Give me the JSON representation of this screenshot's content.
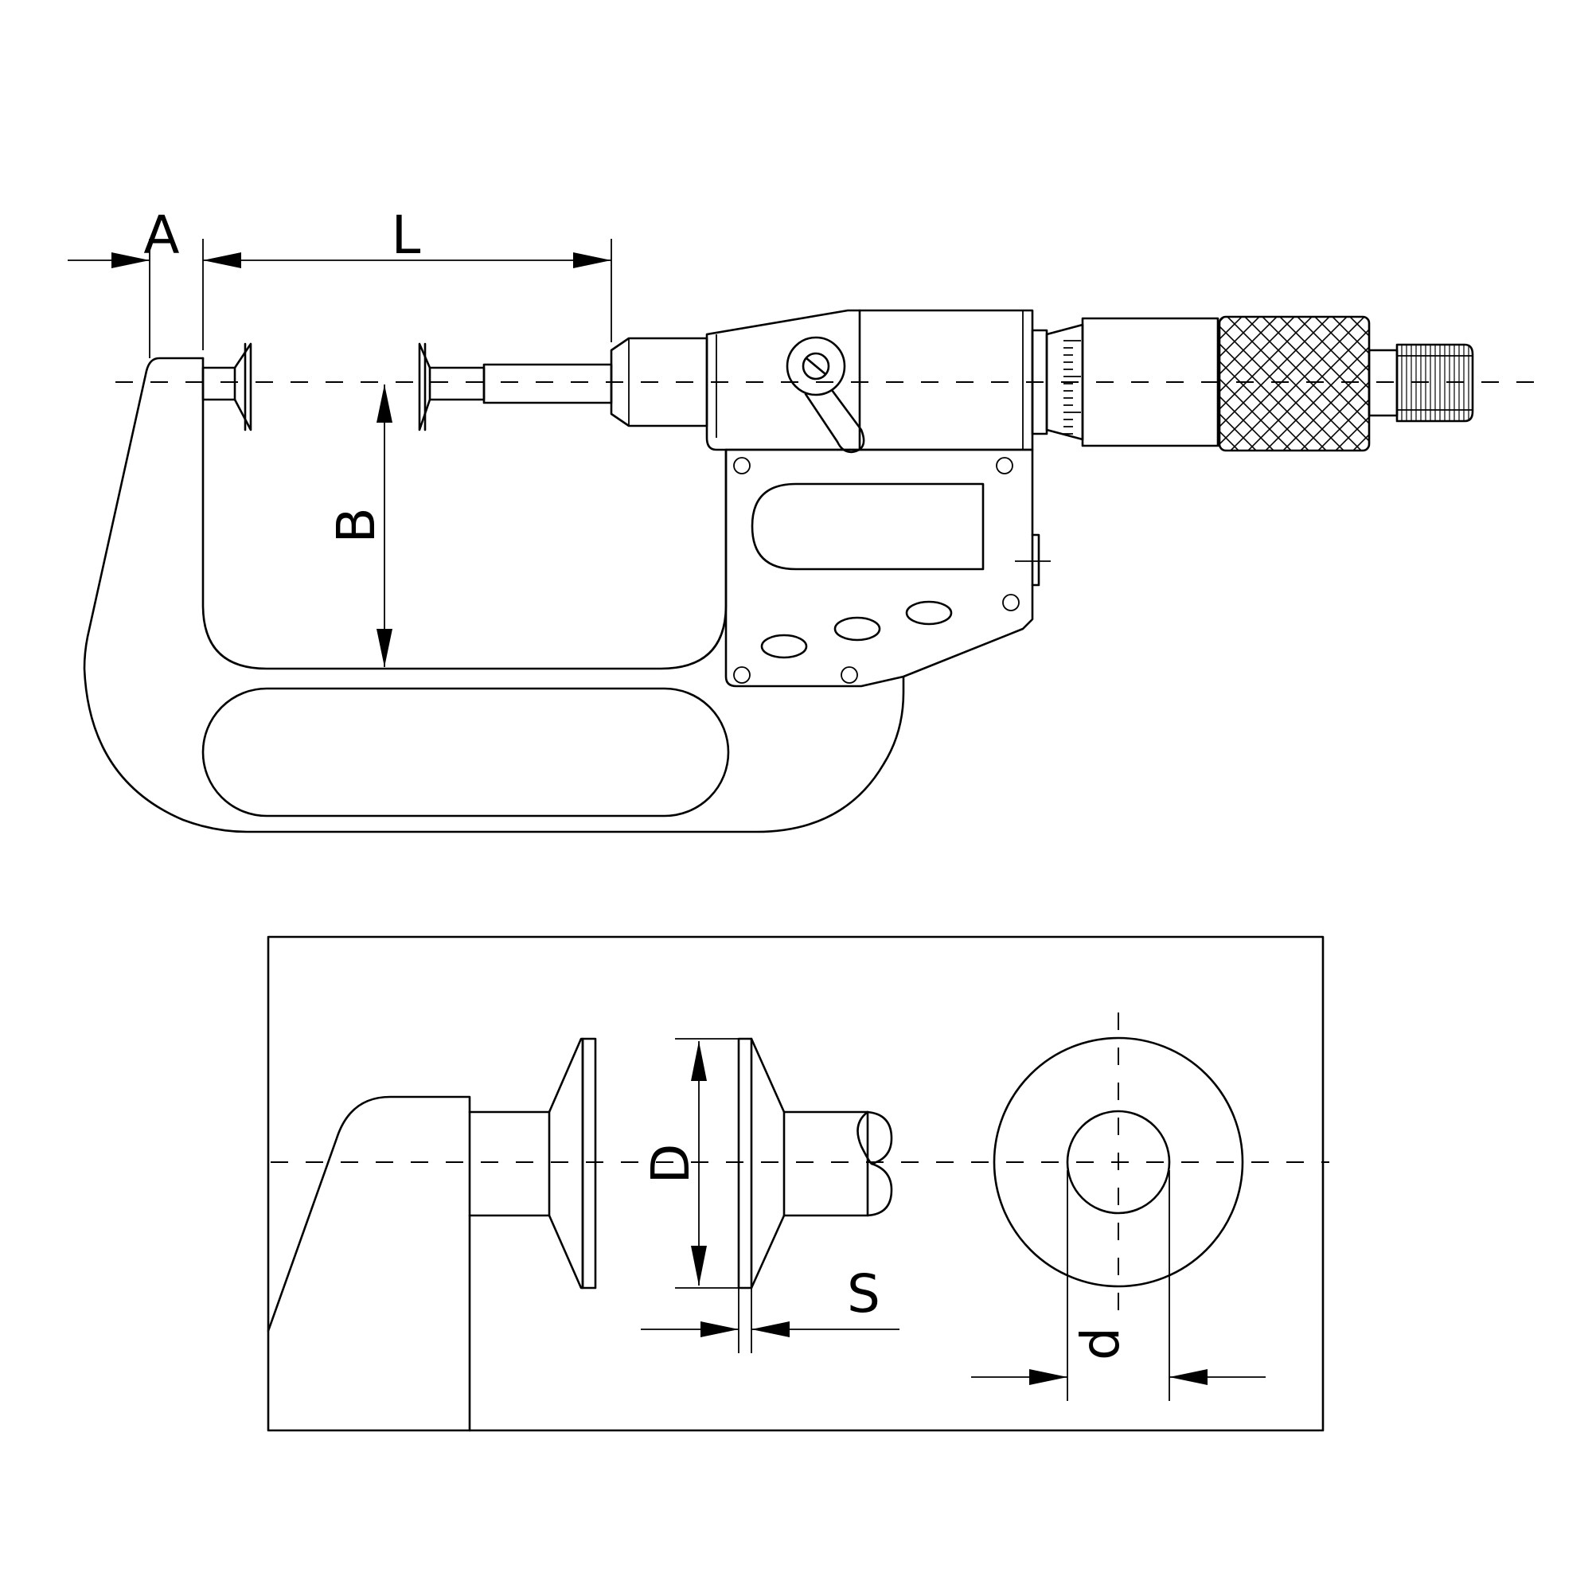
{
  "figure": {
    "top_view": {
      "labels": {
        "a": "A",
        "l": "L",
        "b": "B"
      }
    },
    "detail_view": {
      "labels": {
        "d_large": "D",
        "s": "S",
        "d_small": "d"
      }
    }
  }
}
